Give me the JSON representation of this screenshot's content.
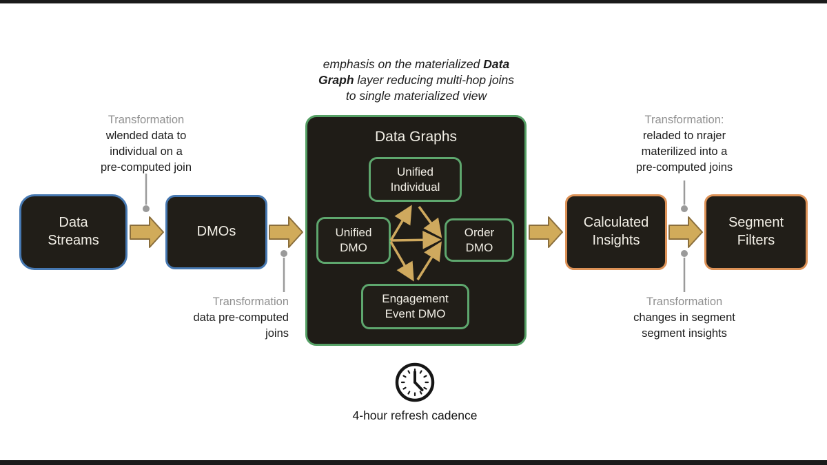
{
  "emphasis_note": {
    "line1_regular": "emphasis on the materialized ",
    "line1_bold": "Data",
    "line2_bold": "Graph",
    "line2_regular": " layer reducing multi-hop joins",
    "line3": "to single materialized view"
  },
  "annotations": {
    "top_left": {
      "title": "Transformation",
      "body": "wlended data to\nindividual on a\npre-computed join"
    },
    "top_right": {
      "title": "Transformation:",
      "body": "reladed to nrajer\nmaterilized into a\npre-computed joins"
    },
    "bottom_left": {
      "title": "Transformation",
      "body": "data pre-computed\njoins"
    },
    "bottom_right": {
      "title": "Transformation",
      "body": "changes in segment\nsegment insights"
    }
  },
  "pipeline": {
    "data_streams": {
      "label": "Data\nStreams"
    },
    "dmos": {
      "label": "DMOs"
    },
    "data_graphs": {
      "title": "Data Graphs",
      "unified_individual": {
        "label": "Unified\nIndividual"
      },
      "unified_dmo": {
        "label": "Unified\nDMO"
      },
      "order_dmo": {
        "label": "Order\nDMO"
      },
      "engagement_event_dmo": {
        "label": "Engagement\nEvent DMO"
      }
    },
    "calculated_insights": {
      "label": "Calculated\nInsights"
    },
    "segment_filters": {
      "label": "Segment\nFilters"
    }
  },
  "footer": {
    "caption": "4-hour refresh cadence"
  },
  "colors": {
    "box_fill": "#211e18",
    "blue_border": "#4678b1",
    "green_border": "#55a065",
    "orange_border": "#dd9257",
    "arrow_gold_fill": "#d1ab5a",
    "arrow_gold_stroke": "#8a6e3c",
    "leader_gray": "#9a9a9a",
    "text_light": "#f2efe6",
    "text_dark": "#1c1c1c"
  },
  "icons": {
    "clock": "clock-icon"
  }
}
